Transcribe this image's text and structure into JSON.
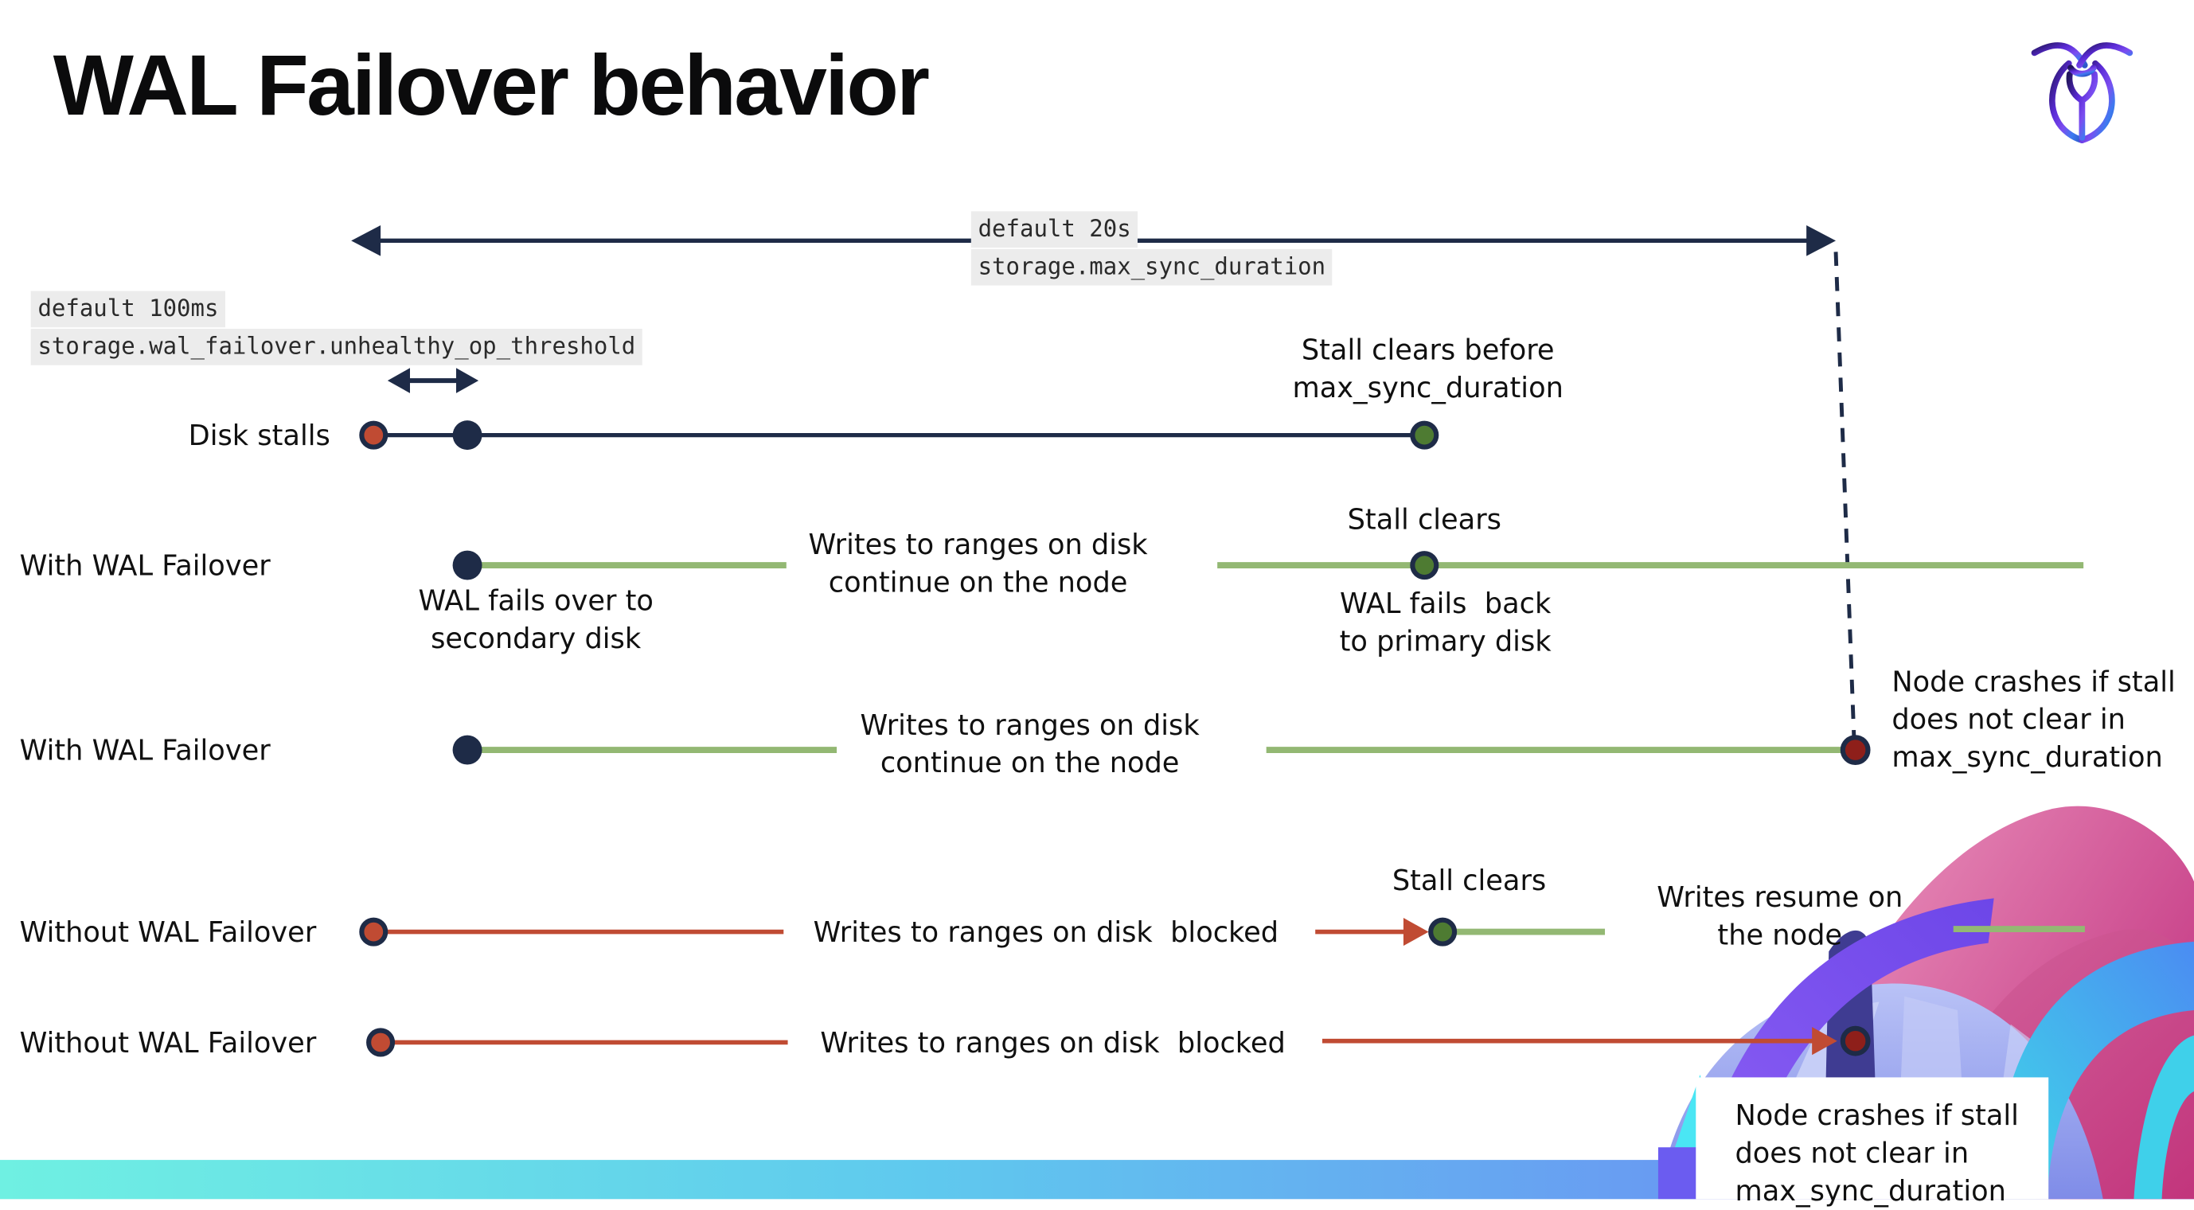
{
  "page": {
    "title": "WAL Failover behavior"
  },
  "logo": {
    "name": "cockroachdb-logo"
  },
  "colors": {
    "navy": "#1E2B47",
    "green_line": "#93B873",
    "green_dot": "#4E7B32",
    "red": "#C04B33",
    "dark_red": "#8E1F1A",
    "label_bg": "#ECECEC",
    "bar_gradient": [
      "#6FF0E2",
      "#5FC9EE",
      "#6B8FF3"
    ]
  },
  "config_labels": {
    "max_sync_default": "default 20s",
    "max_sync_setting": "storage.max_sync_duration",
    "threshold_default": "default 100ms",
    "threshold_setting": "storage.wal_failover.unhealthy_op_threshold"
  },
  "row_labels": {
    "row1": "Disk stalls",
    "row2": "With WAL Failover",
    "row3": "With WAL Failover",
    "row4": "Without WAL Failover",
    "row5": "Without WAL Failover"
  },
  "annotations": {
    "stall_clears_before": "Stall clears before\nmax_sync_duration",
    "writes_continue": "Writes to ranges on disk\ncontinue on the node",
    "stall_clears": "Stall clears",
    "wal_fails_over": "WAL fails over to\nsecondary disk",
    "wal_fails_back": "WAL fails  back\nto primary disk",
    "node_crashes": "Node crashes if stall\ndoes not clear in\nmax_sync_duration",
    "writes_blocked": "Writes to ranges on disk  blocked",
    "writes_resume": "Writes resume on\nthe node"
  }
}
